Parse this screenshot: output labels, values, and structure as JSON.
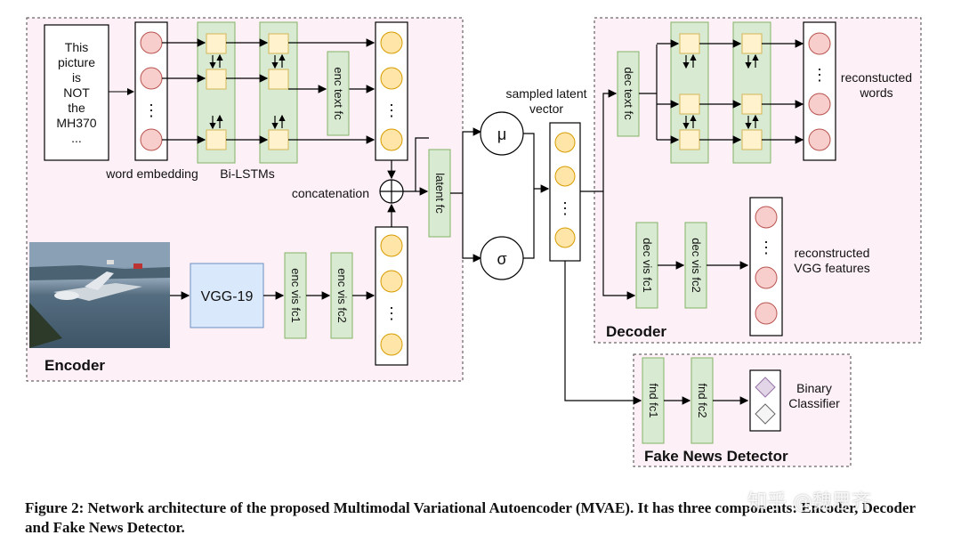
{
  "encoder": {
    "title": "Encoder",
    "text_input_lines": [
      "This",
      "picture",
      "is",
      "NOT",
      "the",
      "MH370",
      "..."
    ],
    "word_embedding_label": "word embedding",
    "bilstm_label": "Bi-LSTMs",
    "enc_text_fc": "enc text fc",
    "concatenation_label": "concatenation",
    "vgg_label": "VGG-19",
    "enc_vis_fc1": "enc vis fc1",
    "enc_vis_fc2": "enc vis fc2",
    "latent_fc": "latent fc",
    "dots": "⋮"
  },
  "latent": {
    "label_line1": "sampled latent",
    "label_line2": "vector",
    "mu": "μ",
    "sigma": "σ"
  },
  "decoder": {
    "title": "Decoder",
    "dec_text_fc": "dec text fc",
    "reconstructed_words_line1": "reconstucted",
    "reconstructed_words_line2": "words",
    "dec_vis_fc1": "dec vis fc1",
    "dec_vis_fc2": "dec vis fc2",
    "reconstructed_vgg_line1": "reconstructed",
    "reconstructed_vgg_line2": "VGG features"
  },
  "detector": {
    "title": "Fake News Detector",
    "fnd_fc1": "fnd fc1",
    "fnd_fc2": "fnd fc2",
    "binary_line1": "Binary",
    "binary_line2": "Classifier"
  },
  "caption": {
    "text": "Figure 2: Network architecture of the proposed Multimodal Variational Autoencoder (MVAE). It has three components: Encoder, Decoder and Fake News Detector."
  },
  "watermark": "知乎 @魏思齐",
  "colors": {
    "region_fill": "#fdf0f6",
    "fc_fill": "#d8ead2",
    "fc_stroke": "#82b366",
    "cell_fill": "#fff2cc",
    "cell_stroke": "#d6b656",
    "red_node": "#f8cecc",
    "red_stroke": "#b85450",
    "yellow_node": "#ffe6a8",
    "yellow_stroke": "#d79b00",
    "vgg_fill": "#dae8fc",
    "vgg_stroke": "#6c8ebf"
  }
}
